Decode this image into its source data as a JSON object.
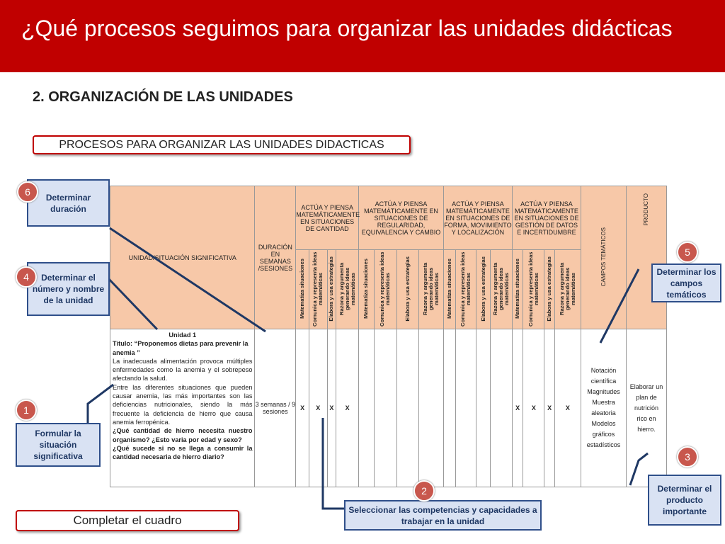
{
  "title": "¿Qué procesos seguimos para organizar las unidades didácticas",
  "subtitle": "2. ORGANIZACIÓN DE  LAS  UNIDADES",
  "procesos_label": "PROCESOS PARA ORGANIZAR LAS UNIDADES DIDACTICAS",
  "completar_label": "Completar el cuadro",
  "colors": {
    "banner": "#c00000",
    "callout_fill": "#d9e2f3",
    "callout_border": "#2f4f8a",
    "circle": "#c8574d",
    "table_header": "#f7c8a8"
  },
  "table": {
    "header_unidad": "UNIDAD/SITUACIÓN SIGNIFICATIVA",
    "header_duracion": "DURACIÓN EN SEMANAS /SESIONES",
    "groups": [
      "ACTÚA Y PIENSA MATEMÁTICAMENTE EN SITUACIONES DE CANTIDAD",
      "ACTÚA Y PIENSA MATEMÁTICAMENTE EN SITUACIONES DE REGULARIDAD, EQUIVALENCIA Y CAMBIO",
      "ACTÚA Y PIENSA MATEMÁTICAMENTE EN SITUACIONES DE FORMA, MOVIMIENTO Y LOCALIZACIÓN",
      "ACTÚA Y PIENSA MATEMÁTICAMENTE EN SITUACIONES DE GESTIÓN DE DATOS E INCERTIDUMBRE"
    ],
    "capacidades": [
      "Matematiza situaciones",
      "Comunica y representa ideas matemáticas",
      "Elabora y usa estrategias",
      "Razona y argumenta generando ideas matemáticas",
      "Matematiza situaciones",
      "Comunica y representa ideas matemáticas",
      "Elabora y usa estrategias",
      "Razona y argumenta generando ideas matemáticas",
      "Matematiza situaciones",
      "Comunica y representa ideas matemáticas",
      "Elabora y usa estrategias",
      "Razona y argumenta generando ideas matemáticas",
      "Matematiza situaciones",
      "Comunica y representa ideas matemáticas",
      "Elabora y usa estrategias",
      "Razona y argumenta generando ideas matemáticas"
    ],
    "header_campos": "CAMPOS TEMÁTICOS",
    "header_producto": "PRODUCTO",
    "unidad_numero": "Unidad 1",
    "unidad_titulo": "Título: “Proponemos dietas para prevenir la anemia ”",
    "unidad_parrafo1": "La inadecuada alimentación provoca múltiples enfermedades como la anemia y el sobrepeso afectando la salud.",
    "unidad_parrafo2": "Entre las diferentes situaciones que pueden causar anemia, las más importantes son las deficiencias nutricionales, siendo la más frecuente la deficiencia de hierro que causa anemia ferropénica.",
    "unidad_pregunta1": "¿Qué cantidad de hierro necesita nuestro organismo? ¿Esto varia por edad y sexo?",
    "unidad_pregunta2": "¿Qué sucede si no se llega a consumir la cantidad necesaria de hierro diario?",
    "duracion_valor": "3 semanas / 9 sesiones",
    "marks": [
      "X",
      "X",
      "X",
      "X",
      "",
      "",
      "",
      "",
      "",
      "",
      "",
      "",
      "X",
      "X",
      "X",
      "X"
    ],
    "campos_valor": "Notación científica Magnitudes Muestra aleatoria Modelos gráficos estadísticos",
    "producto_valor": "Elaborar un plan de nutrición rico en hierro."
  },
  "callouts": [
    {
      "num": "6",
      "text": "Determinar duración"
    },
    {
      "num": "4",
      "text": "Determinar el número y nombre de la unidad"
    },
    {
      "num": "1",
      "text": "Formular la situación significativa"
    },
    {
      "num": "2",
      "text": "Seleccionar las competencias y capacidades a trabajar en la unidad"
    },
    {
      "num": "5",
      "text": "Determinar los campos temáticos"
    },
    {
      "num": "3",
      "text": "Determinar el producto importante"
    }
  ]
}
